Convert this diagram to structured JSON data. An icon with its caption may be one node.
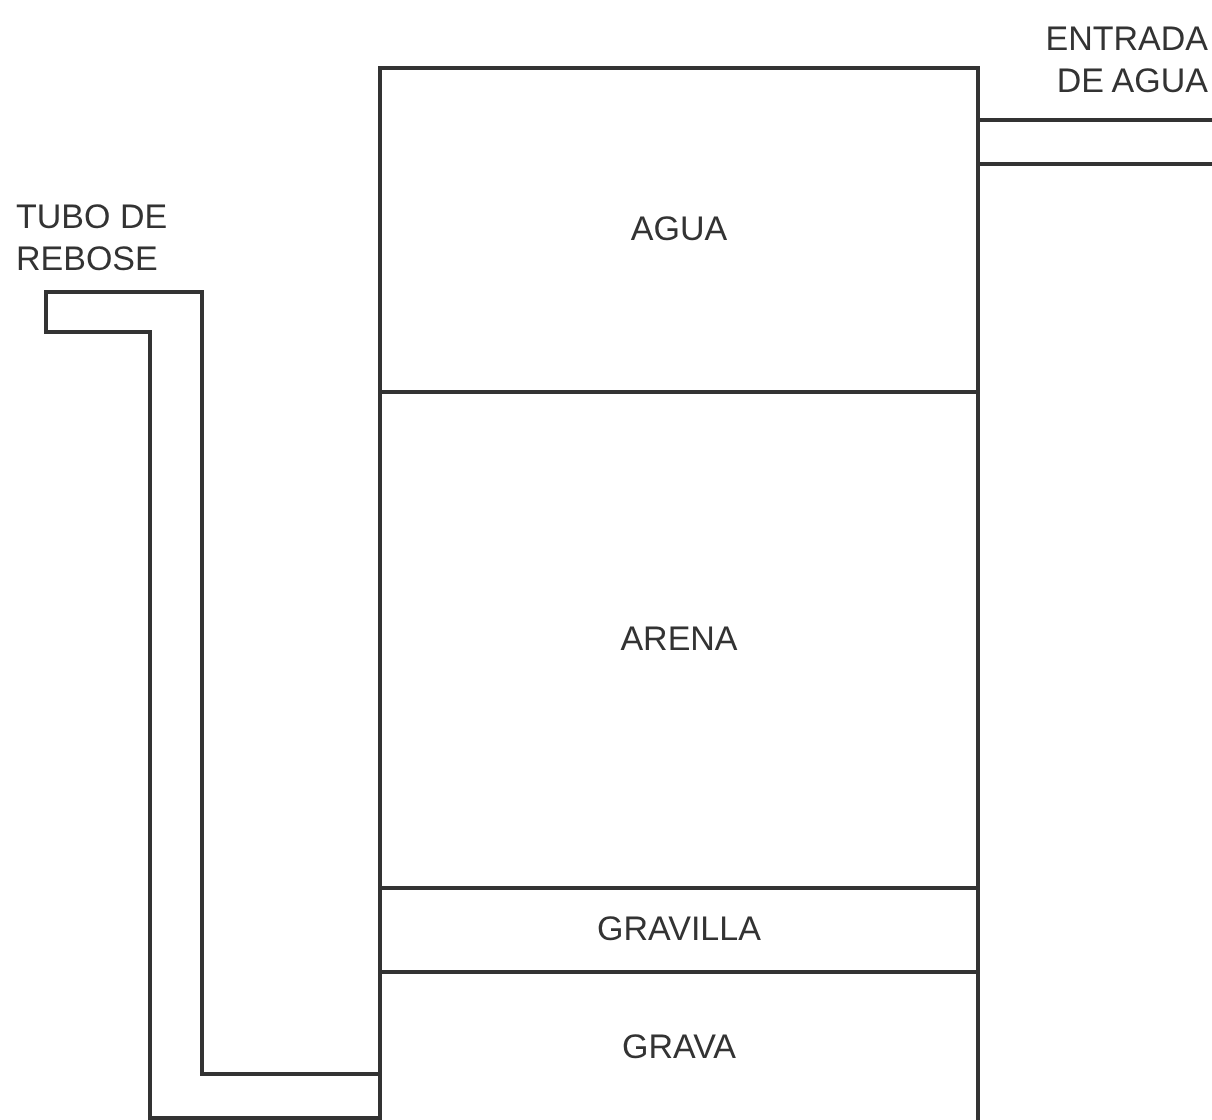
{
  "diagram": {
    "nodes": [
      {
        "text": [],
        "shape": "box"
      },
      {
        "text": [
          "AGUA"
        ],
        "in": 0
      },
      {
        "text": [
          "ARENA"
        ],
        "in": 0
      },
      {
        "text": [
          "GRAVILLA"
        ],
        "in": 0
      },
      {
        "text": [
          "GRAVA"
        ],
        "in": 0
      }
    ],
    "labels": [
      "ENTRADA DE AGUA",
      "TUBO DE REBOSE"
    ]
  }
}
